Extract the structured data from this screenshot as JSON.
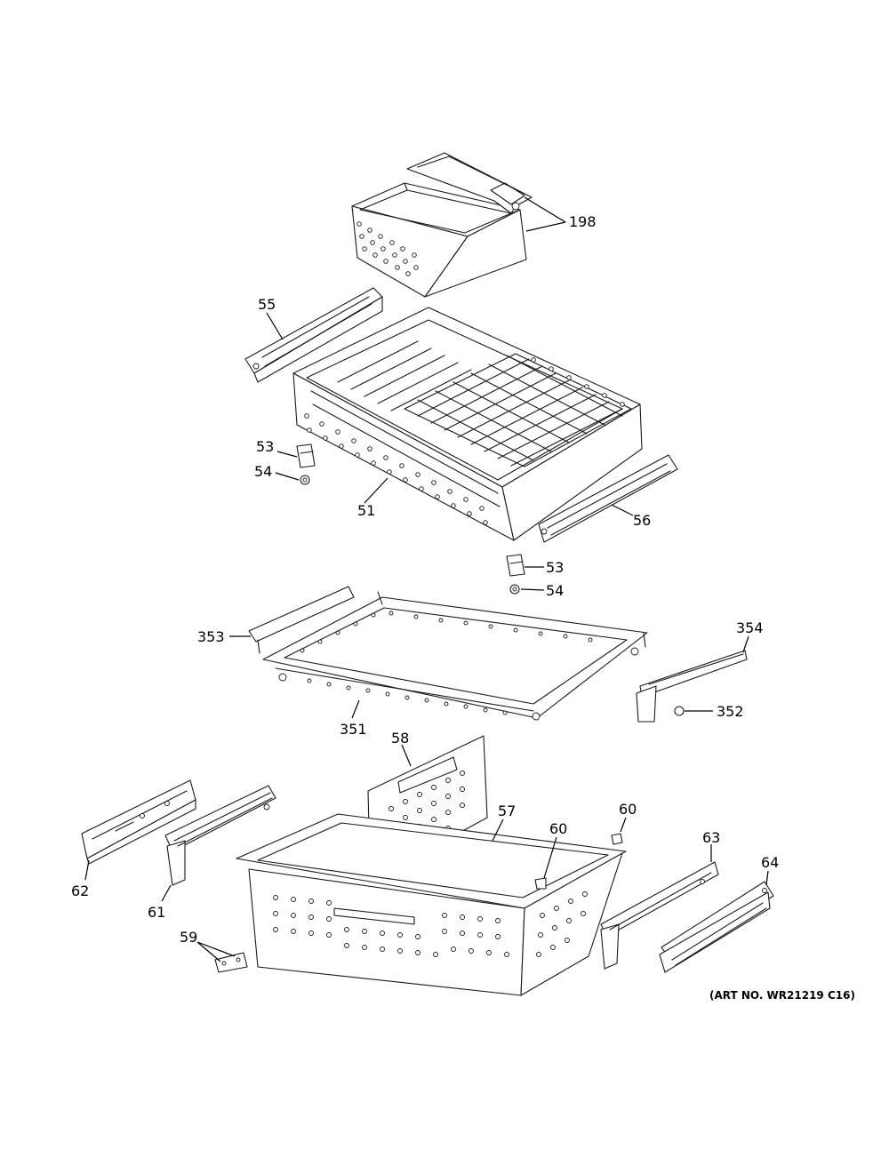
{
  "callouts": {
    "c198": "198",
    "c55": "55",
    "c53a": "53",
    "c54a": "54",
    "c51": "51",
    "c56": "56",
    "c53b": "53",
    "c54b": "54",
    "c353": "353",
    "c354": "354",
    "c352": "352",
    "c351": "351",
    "c58": "58",
    "c57": "57",
    "c60a": "60",
    "c60b": "60",
    "c63": "63",
    "c64": "64",
    "c62": "62",
    "c61": "61",
    "c59": "59"
  },
  "art_number": "(ART NO. WR21219 C16)"
}
